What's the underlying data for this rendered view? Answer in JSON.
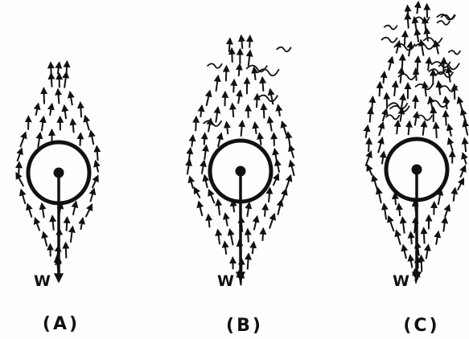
{
  "panels": [
    {
      "caption": "(A)",
      "weight_label": "W",
      "flow": "low"
    },
    {
      "caption": "(B)",
      "weight_label": "W",
      "flow": "moderate"
    },
    {
      "caption": "(C)",
      "weight_label": "W",
      "flow": "high, turbulent wake"
    }
  ],
  "colors": {
    "ink": "#111111",
    "paper": "#fefefe"
  }
}
